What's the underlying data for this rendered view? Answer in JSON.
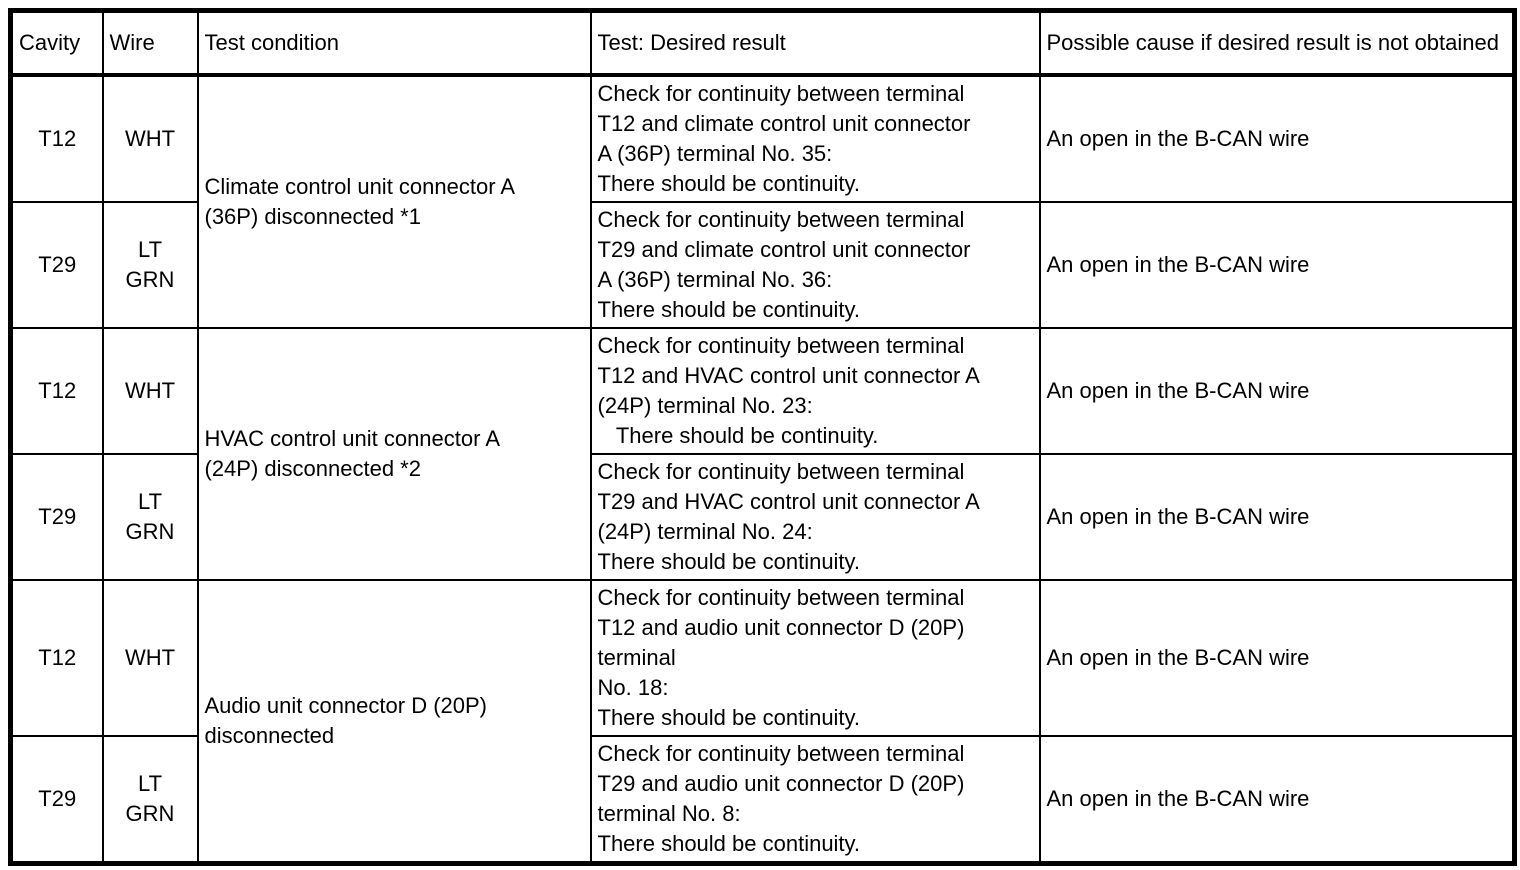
{
  "table": {
    "headers": [
      "Cavity",
      "Wire",
      "Test condition",
      "Test: Desired result",
      "Possible cause if desired result is not obtained"
    ],
    "groups": [
      {
        "condition": "Climate control unit connector A\n(36P) disconnected *1",
        "rows": [
          {
            "cavity": "T12",
            "wire": "WHT",
            "test": "Check for continuity between terminal\nT12 and climate control unit connector\nA (36P) terminal No. 35:\nThere should be continuity.",
            "cause": "An open in the B-CAN wire"
          },
          {
            "cavity": "T29",
            "wire": "LT\nGRN",
            "test": "Check for continuity between terminal\nT29 and climate control unit connector\nA (36P) terminal No. 36:\nThere should be continuity.",
            "cause": "An open in the B-CAN wire"
          }
        ]
      },
      {
        "condition": "HVAC control unit connector A\n(24P) disconnected *2",
        "rows": [
          {
            "cavity": "T12",
            "wire": "WHT",
            "test": "Check for continuity between terminal\nT12 and HVAC control unit connector A\n(24P) terminal No. 23:\n   There should be continuity.",
            "cause": "An open in the B-CAN wire"
          },
          {
            "cavity": "T29",
            "wire": "LT\nGRN",
            "test": "Check for continuity between terminal\nT29 and HVAC control unit connector A\n(24P) terminal No. 24:\nThere should be continuity.",
            "cause": "An open in the B-CAN wire"
          }
        ]
      },
      {
        "condition": "Audio unit connector D (20P)\ndisconnected",
        "rows": [
          {
            "cavity": "T12",
            "wire": "WHT",
            "test": "Check for continuity between terminal\nT12 and audio unit connector D (20P)\nterminal\nNo. 18:\nThere should be continuity.",
            "cause": "An open in the B-CAN wire"
          },
          {
            "cavity": "T29",
            "wire": "LT\nGRN",
            "test": "Check for continuity between terminal\nT29 and audio unit connector D (20P)\nterminal No. 8:\nThere should be continuity.",
            "cause": "An open in the B-CAN wire"
          }
        ]
      }
    ]
  }
}
